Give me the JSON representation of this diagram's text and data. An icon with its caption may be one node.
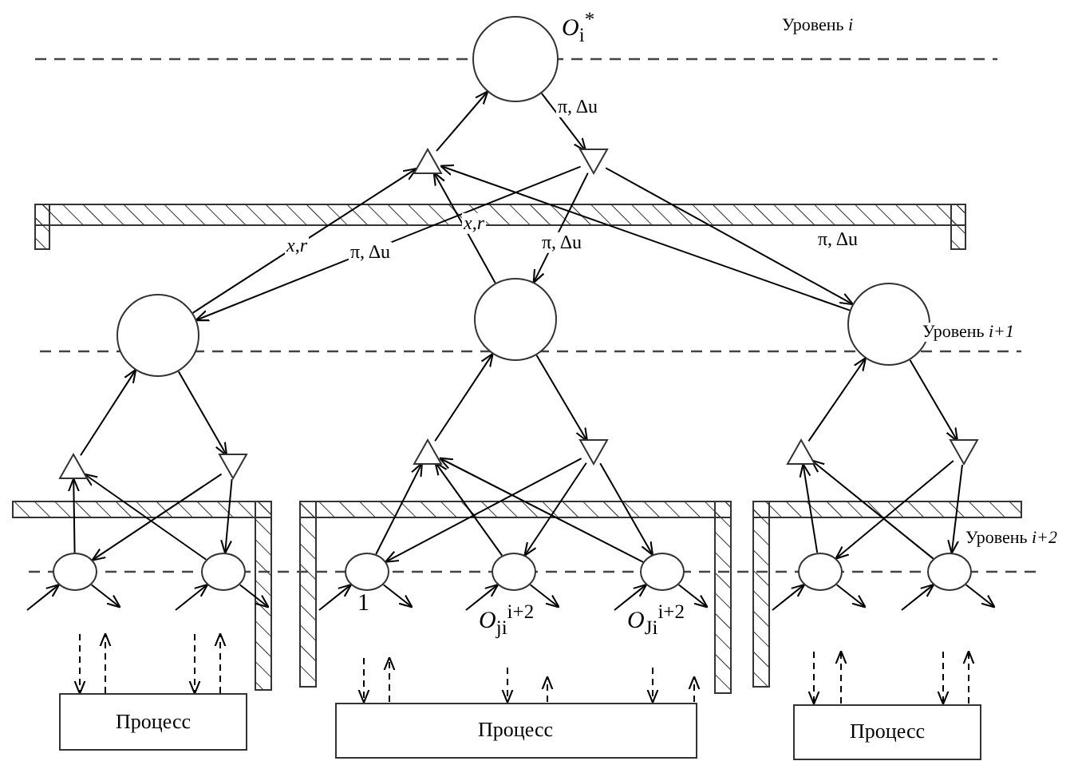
{
  "diagram": {
    "nodes": [
      {
        "text": [],
        "shape": "circle",
        "beside": [
          "*O*$_{i}$$^{*}$"
        ]
      },
      {
        "text": [],
        "shape": "triangle"
      },
      {
        "text": [],
        "shape": "triangle"
      },
      {
        "text": [],
        "shape": "circle"
      },
      {
        "text": [],
        "shape": "circle"
      },
      {
        "text": [],
        "shape": "circle"
      },
      {
        "text": [],
        "shape": "triangle"
      },
      {
        "text": [],
        "shape": "triangle"
      },
      {
        "text": [],
        "shape": "triangle"
      },
      {
        "text": [],
        "shape": "triangle"
      },
      {
        "text": [],
        "shape": "triangle"
      },
      {
        "text": [],
        "shape": "triangle"
      },
      {
        "text": [],
        "shape": "circle"
      },
      {
        "text": [],
        "shape": "circle"
      },
      {
        "text": [],
        "shape": "circle",
        "beside": [
          "1"
        ]
      },
      {
        "text": [],
        "shape": "circle",
        "beside": [
          "*O*$_{ji}$$^{i+2}$"
        ]
      },
      {
        "text": [],
        "shape": "circle",
        "beside": [
          "*O*$_{Ji}$$^{i+2}$"
        ]
      },
      {
        "text": [],
        "shape": "circle"
      },
      {
        "text": [],
        "shape": "circle"
      },
      {
        "text": [
          "Процесс"
        ]
      },
      {
        "text": [
          "Процесс"
        ]
      },
      {
        "text": [
          "Процесс"
        ]
      }
    ],
    "edges": [
      {
        "from": 1,
        "to": 0,
        "arrow": "to"
      },
      {
        "from": 0,
        "to": 2,
        "arrow": "to",
        "label": "π, Δu"
      },
      {
        "from": 2,
        "to": 3,
        "arrow": "to",
        "label": "π, Δu"
      },
      {
        "from": 3,
        "to": 1,
        "arrow": "to",
        "label": "*x*,*r*"
      },
      {
        "from": 2,
        "to": 4,
        "arrow": "to",
        "label": "π, Δu"
      },
      {
        "from": 4,
        "to": 1,
        "arrow": "to",
        "label": "*x*,*r*"
      },
      {
        "from": 2,
        "to": 5,
        "arrow": "to",
        "label": "π, Δu"
      },
      {
        "from": 5,
        "to": 1,
        "arrow": "to"
      },
      {
        "from": 6,
        "to": 3,
        "arrow": "to"
      },
      {
        "from": 3,
        "to": 7,
        "arrow": "to"
      },
      {
        "from": 8,
        "to": 4,
        "arrow": "to"
      },
      {
        "from": 4,
        "to": 9,
        "arrow": "to"
      },
      {
        "from": 10,
        "to": 5,
        "arrow": "to"
      },
      {
        "from": 5,
        "to": 11,
        "arrow": "to"
      },
      {
        "from": 12,
        "to": 6,
        "arrow": "to"
      },
      {
        "from": 13,
        "to": 6,
        "arrow": "to"
      },
      {
        "from": 7,
        "to": 12,
        "arrow": "to"
      },
      {
        "from": 7,
        "to": 13,
        "arrow": "to"
      },
      {
        "from": 14,
        "to": 8,
        "arrow": "to"
      },
      {
        "from": 15,
        "to": 8,
        "arrow": "to"
      },
      {
        "from": 16,
        "to": 8,
        "arrow": "to"
      },
      {
        "from": 9,
        "to": 14,
        "arrow": "to"
      },
      {
        "from": 9,
        "to": 15,
        "arrow": "to"
      },
      {
        "from": 9,
        "to": 16,
        "arrow": "to"
      },
      {
        "from": 17,
        "to": 10,
        "arrow": "to"
      },
      {
        "from": 18,
        "to": 10,
        "arrow": "to"
      },
      {
        "from": 11,
        "to": 17,
        "arrow": "to"
      },
      {
        "from": 11,
        "to": 18,
        "arrow": "to"
      },
      {
        "from": null,
        "to": 12,
        "arrow": "to"
      },
      {
        "from": 12,
        "to": null,
        "arrow": "to"
      },
      {
        "from": null,
        "to": 13,
        "arrow": "to"
      },
      {
        "from": 13,
        "to": null,
        "arrow": "to"
      },
      {
        "from": null,
        "to": 14,
        "arrow": "to"
      },
      {
        "from": 14,
        "to": null,
        "arrow": "to"
      },
      {
        "from": null,
        "to": 15,
        "arrow": "to"
      },
      {
        "from": 15,
        "to": null,
        "arrow": "to"
      },
      {
        "from": null,
        "to": 16,
        "arrow": "to"
      },
      {
        "from": 16,
        "to": null,
        "arrow": "to"
      },
      {
        "from": null,
        "to": 17,
        "arrow": "to"
      },
      {
        "from": 17,
        "to": null,
        "arrow": "to"
      },
      {
        "from": null,
        "to": 18,
        "arrow": "to"
      },
      {
        "from": 18,
        "to": null,
        "arrow": "to"
      },
      {
        "from": null,
        "to": 19,
        "arrow": "to",
        "style": "dashed"
      },
      {
        "from": 19,
        "to": null,
        "arrow": "to",
        "style": "dashed"
      },
      {
        "from": null,
        "to": 19,
        "arrow": "to",
        "style": "dashed"
      },
      {
        "from": 19,
        "to": null,
        "arrow": "to",
        "style": "dashed"
      },
      {
        "from": null,
        "to": 20,
        "arrow": "to",
        "style": "dashed"
      },
      {
        "from": 20,
        "to": null,
        "arrow": "to",
        "style": "dashed"
      },
      {
        "from": null,
        "to": 20,
        "arrow": "to",
        "style": "dashed"
      },
      {
        "from": 20,
        "to": null,
        "arrow": "to",
        "style": "dashed"
      },
      {
        "from": null,
        "to": 20,
        "arrow": "to",
        "style": "dashed"
      },
      {
        "from": 20,
        "to": null,
        "arrow": "to",
        "style": "dashed"
      },
      {
        "from": null,
        "to": 21,
        "arrow": "to",
        "style": "dashed"
      },
      {
        "from": 21,
        "to": null,
        "arrow": "to",
        "style": "dashed"
      },
      {
        "from": null,
        "to": 21,
        "arrow": "to",
        "style": "dashed"
      },
      {
        "from": 21,
        "to": null,
        "arrow": "to",
        "style": "dashed"
      }
    ],
    "labels": [
      "Уровень *i*",
      "Уровень *i+1*",
      "Уровень *i+2*"
    ]
  }
}
